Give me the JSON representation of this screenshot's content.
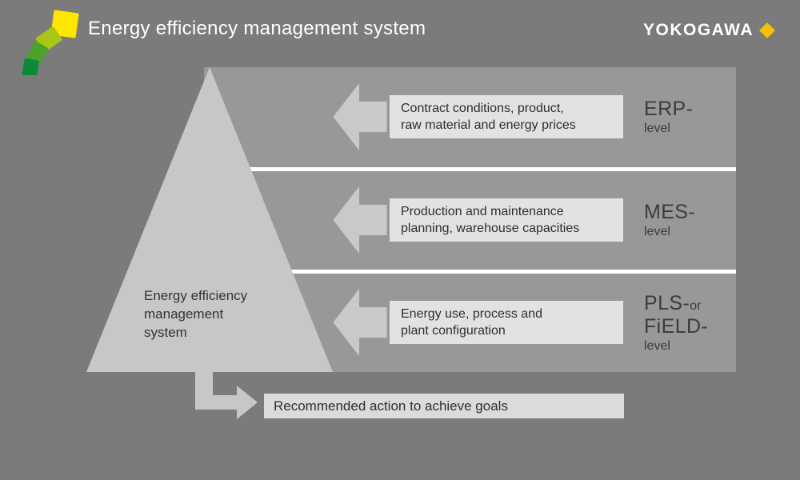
{
  "header": {
    "title": "Energy efficiency management system",
    "brand": "YOKOGAWA"
  },
  "gauge": {
    "segment_colors": [
      "#ffe600",
      "#a8c813",
      "#4aa32b",
      "#0c8a38"
    ]
  },
  "pyramid": {
    "line1": "Energy efficiency",
    "line2": "management",
    "line3": "system"
  },
  "levels": [
    {
      "box_line1": "Contract conditions, product,",
      "box_line2": "raw material and energy prices",
      "level_main": "ERP-",
      "level_main_suffix": "",
      "level_main2": "",
      "level_sub": "level"
    },
    {
      "box_line1": "Production and maintenance",
      "box_line2": "planning, warehouse capacities",
      "level_main": "MES-",
      "level_main_suffix": "",
      "level_main2": "",
      "level_sub": "level"
    },
    {
      "box_line1": "Energy use, process and",
      "box_line2": "plant configuration",
      "level_main": "PLS-",
      "level_main_suffix": "or",
      "level_main2": "FiELD-",
      "level_sub": "level"
    }
  ],
  "action": {
    "label": "Recommended action to achieve goals"
  },
  "colors": {
    "background": "#7b7b7b",
    "band": "#989898",
    "pyramid": "#c7c7c7",
    "arrow": "#c9c9c9",
    "box": "#e2e2e2",
    "action_box": "#dbdbdb",
    "brand_diamond": "#f4c400",
    "title_text": "#ffffff",
    "dark_text": "#2e2e2e"
  }
}
